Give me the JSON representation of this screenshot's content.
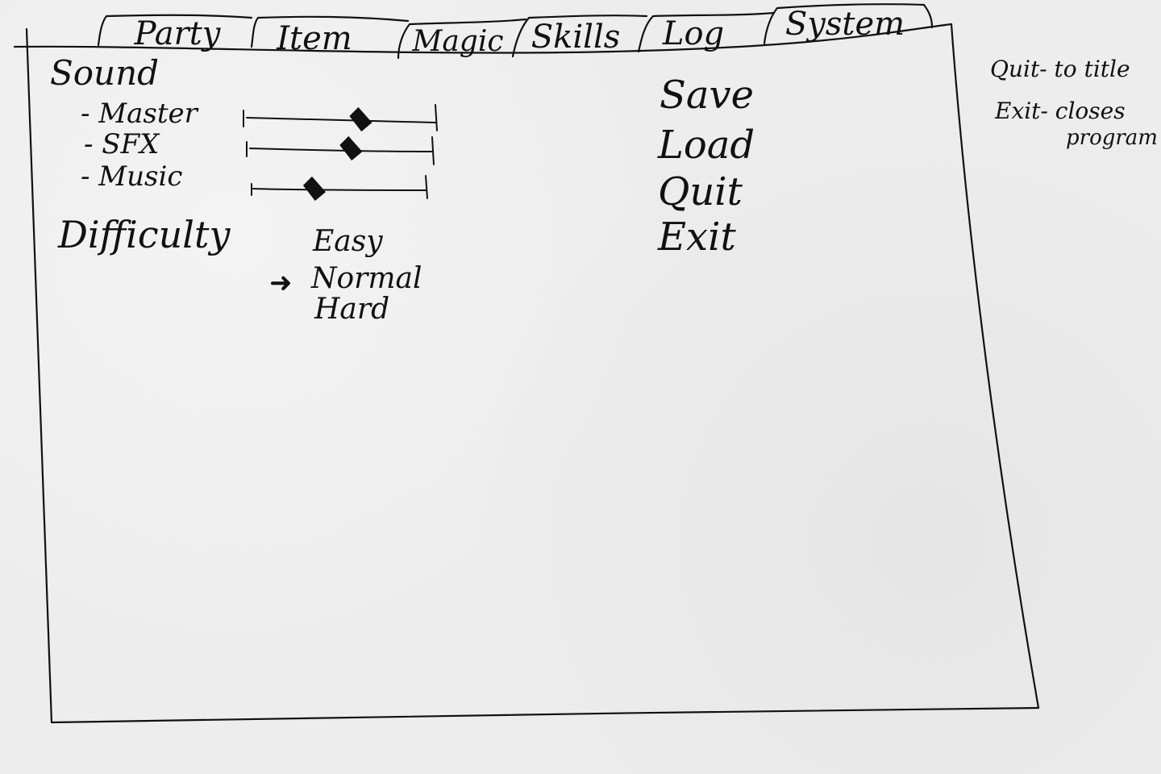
{
  "tabs": [
    {
      "label": "Party",
      "active": false
    },
    {
      "label": "Item",
      "active": false
    },
    {
      "label": "Magic",
      "active": false
    },
    {
      "label": "Skills",
      "active": false
    },
    {
      "label": "Log",
      "active": false
    },
    {
      "label": "System",
      "active": true
    }
  ],
  "sound": {
    "title": "Sound",
    "sliders": [
      {
        "label": "- Master",
        "value": 0.6
      },
      {
        "label": "- SFX",
        "value": 0.55
      },
      {
        "label": "- Music",
        "value": 0.35
      }
    ]
  },
  "difficulty": {
    "title": "Difficulty",
    "options": [
      "Easy",
      "Normal",
      "Hard"
    ],
    "selected": "Normal",
    "pointer_icon": "arrow-right-icon"
  },
  "system_menu": {
    "items": [
      "Save",
      "Load",
      "Quit",
      "Exit"
    ]
  },
  "notes": {
    "line1": "Quit- to title",
    "line2": "Exit- closes",
    "line3": "program"
  },
  "colors": {
    "ink": "#111111",
    "paper": "#ededed"
  }
}
